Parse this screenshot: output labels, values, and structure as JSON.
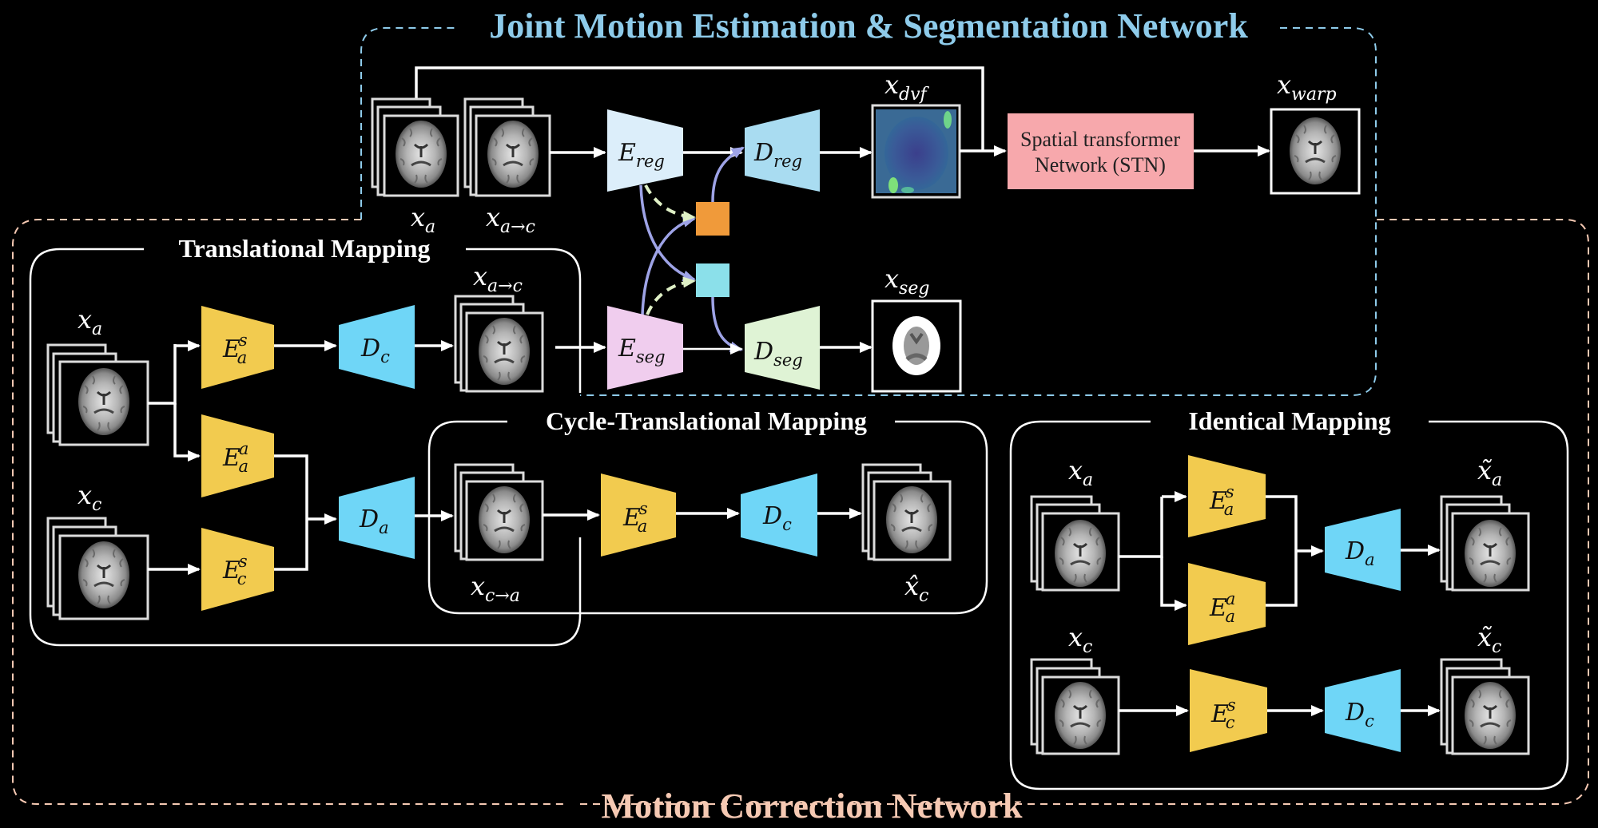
{
  "titles": {
    "joint": "Joint Motion Estimation & Segmentation Network",
    "motion": "Motion Correction Network"
  },
  "sections": {
    "translational": "Translational Mapping",
    "cycle": "Cycle-Translational Mapping",
    "identical": "Identical Mapping"
  },
  "colors": {
    "joint_title": "#8ecbea",
    "motion_title": "#f6c9b3",
    "encoder_style_content": "#f2cb4f",
    "decoder": "#6fd6f7",
    "e_reg": "#dceefa",
    "d_reg": "#a9dcf1",
    "e_seg": "#f0cdee",
    "d_seg": "#dff3d5",
    "stn": "#f7a8ac",
    "fusion_orange": "#f09a3a",
    "fusion_cyan": "#8be0ea",
    "skip_purple": "#9ea3e6",
    "attention_green": "#dff0c6"
  },
  "joint": {
    "inputs": [
      {
        "base": "x",
        "sub": "a"
      },
      {
        "base": "x",
        "sub": "a→c"
      }
    ],
    "e_reg": {
      "base": "E",
      "sub": "reg"
    },
    "d_reg": {
      "base": "D",
      "sub": "reg"
    },
    "e_seg": {
      "base": "E",
      "sub": "seg"
    },
    "d_seg": {
      "base": "D",
      "sub": "seg"
    },
    "dvf": {
      "base": "x",
      "sub": "dvf"
    },
    "seg": {
      "base": "x",
      "sub": "seg"
    },
    "warp": {
      "base": "x",
      "sub": "warp"
    },
    "stn": {
      "line1": "Spatial transformer",
      "line2": "Network (STN)"
    }
  },
  "translational": {
    "input_a": {
      "base": "x",
      "sub": "a"
    },
    "input_c": {
      "base": "x",
      "sub": "c"
    },
    "enc_as": {
      "base": "E",
      "sub": "a",
      "sup": "s"
    },
    "enc_aa": {
      "base": "E",
      "sub": "a",
      "sup": "a"
    },
    "enc_cs": {
      "base": "E",
      "sub": "c",
      "sup": "s"
    },
    "dec_c": {
      "base": "D",
      "sub": "c"
    },
    "dec_a": {
      "base": "D",
      "sub": "a"
    },
    "out_ac": {
      "base": "x",
      "sub": "a→c"
    }
  },
  "cycle": {
    "input": {
      "base": "x",
      "sub": "c→a"
    },
    "enc": {
      "base": "E",
      "sub": "a",
      "sup": "s"
    },
    "dec": {
      "base": "D",
      "sub": "c"
    },
    "output": {
      "base": "x̂",
      "sub": "c"
    }
  },
  "identical": {
    "input_a": {
      "base": "x",
      "sub": "a"
    },
    "input_c": {
      "base": "x",
      "sub": "c"
    },
    "enc_as": {
      "base": "E",
      "sub": "a",
      "sup": "s"
    },
    "enc_aa": {
      "base": "E",
      "sub": "a",
      "sup": "a"
    },
    "enc_cs": {
      "base": "E",
      "sub": "c",
      "sup": "s"
    },
    "dec_a": {
      "base": "D",
      "sub": "a"
    },
    "dec_c": {
      "base": "D",
      "sub": "c"
    },
    "out_a": {
      "base": "x̃",
      "sub": "a"
    },
    "out_c": {
      "base": "x̃",
      "sub": "c"
    }
  }
}
